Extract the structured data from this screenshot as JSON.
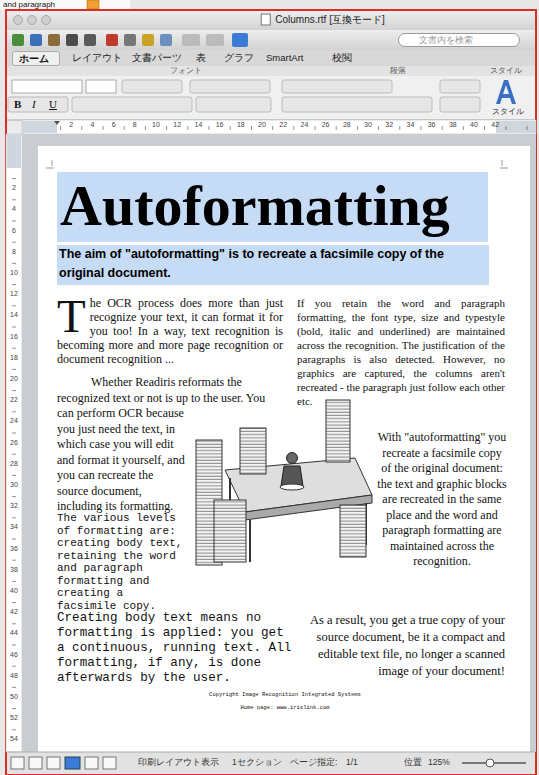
{
  "diagram": {
    "title": "Columns.rtf [互換モード]",
    "nodes": [
      {
        "text": [
          "文書内を検索"
        ]
      },
      {
        "text": [
          "ホーム"
        ]
      },
      {
        "text": [
          "レイアウト"
        ]
      },
      {
        "text": [
          "文書パーツ"
        ]
      },
      {
        "text": [
          "表"
        ]
      },
      {
        "text": [
          "グラフ"
        ]
      },
      {
        "text": [
          "SmartArt"
        ]
      },
      {
        "text": [
          "校閲"
        ]
      },
      {
        "text": [
          "Autoformatting"
        ]
      },
      {
        "text": [
          "The aim of \"autoformatting\" is to recreate a facsimile copy of the original document."
        ]
      }
    ],
    "labels": [
      "and paragraph",
      "フォント",
      "段落",
      "スタイル",
      "スタイル",
      "B",
      "I",
      "U",
      "The OCR process does more than just recognize your text, it can format it for you too! In a way, text recognition is becoming more and more page recognition or document recognition ...",
      "Whether Readiris reformats the recognized text or not is up to the user. You can perform OCR because you just need the text, in which case you will edit and format it yourself, and you can recreate the source document, including its formatting.",
      "The various levels of formatting are: creating body text, retaining the word and paragraph formatting and creating a facsimile copy.",
      "Creating body text means no formatting is applied: you get a continuous, running text. All formatting, if any, is done afterwards by the user.",
      "If you retain the word and paragraph formatting, the font type, size and typestyle (bold, italic and underlined) are maintained across the recognition. The justification of the paragraphs is also detected. However, no graphics are captured, the columns aren't recreated - the paragraph just follow each other etc.",
      "With \"autoformatting\" you recreate a facsimile copy of the original document: the text and graphic blocks are recreated in the same place and the word and paragraph formatting are maintained across the recognition.",
      "As a result, you get a true copy of your source document, be it a compact and editable text file, no longer a scanned image of your document!",
      "Copyright Image Recognition Integrated Systems",
      "Home page: www.irislink.com",
      "印刷レイアウト表示",
      "1セクション",
      "ページ指定:",
      "1/1",
      "位置",
      "125%",
      "2",
      "4",
      "6",
      "8",
      "10",
      "12",
      "14",
      "16",
      "18",
      "20",
      "22",
      "24",
      "26",
      "28",
      "30",
      "32",
      "34",
      "36",
      "38",
      "40",
      "42",
      "2",
      "4",
      "6",
      "8",
      "10",
      "12",
      "14",
      "16",
      "18",
      "20",
      "22",
      "24",
      "26",
      "28",
      "30",
      "32",
      "34",
      "36",
      "38",
      "40",
      "42",
      "44",
      "46",
      "48",
      "50",
      "52",
      "54"
    ]
  }
}
